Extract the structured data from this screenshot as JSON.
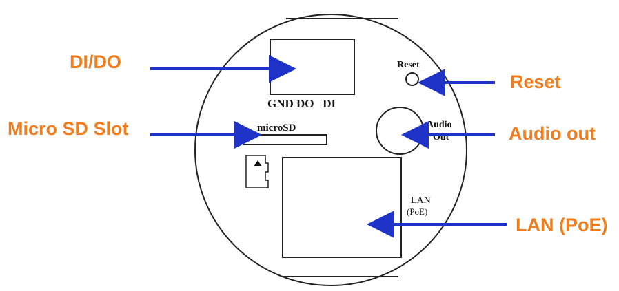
{
  "callouts": {
    "dido": "DI/DO",
    "microsd": "Micro SD Slot",
    "reset": "Reset",
    "audio": "Audio out",
    "lan": "LAN (PoE)"
  },
  "device_labels": {
    "pins": "GND DO   DI",
    "microsd": "microSD",
    "reset": "Reset",
    "audio_line1": "Audio",
    "audio_line2": "Out",
    "lan_line1": "LAN",
    "lan_line2": "(PoE)"
  },
  "colors": {
    "callout_text": "#f07d1e",
    "arrow": "#1f33c9",
    "outline": "#222222"
  },
  "icons": {
    "sd_card": "micro-sd-card-icon",
    "sd_triangle": "triangle-up-icon"
  }
}
